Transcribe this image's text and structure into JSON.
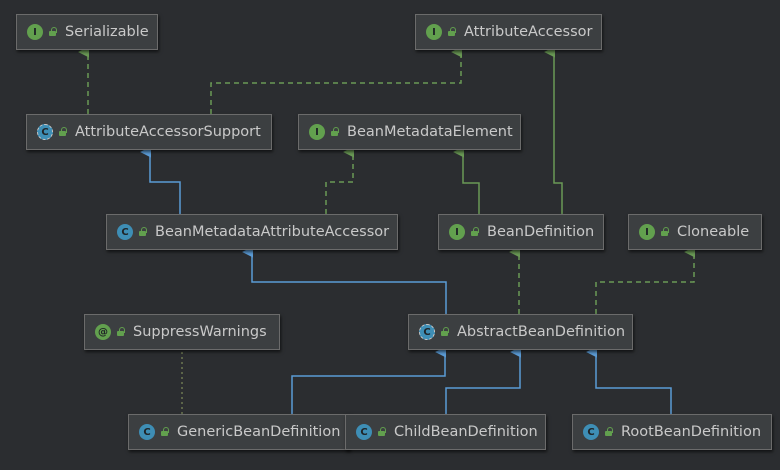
{
  "colors": {
    "background": "#2b2d30",
    "node_fill": "#3c3f41",
    "node_border": "#6b6b6b",
    "extends_edge": "#5b9bd5",
    "implements_edge": "#6a9955",
    "annotation_edge": "#7d8a5a"
  },
  "nodes": [
    {
      "id": "serializable",
      "kind": "interface",
      "icon_letter": "I",
      "label": "Serializable"
    },
    {
      "id": "attribute-accessor",
      "kind": "interface",
      "icon_letter": "I",
      "label": "AttributeAccessor"
    },
    {
      "id": "attribute-accessor-support",
      "kind": "abstract",
      "icon_letter": "C",
      "label": "AttributeAccessorSupport"
    },
    {
      "id": "bean-metadata-element",
      "kind": "interface",
      "icon_letter": "I",
      "label": "BeanMetadataElement"
    },
    {
      "id": "bean-metadata-attribute-accessor",
      "kind": "class",
      "icon_letter": "C",
      "label": "BeanMetadataAttributeAccessor"
    },
    {
      "id": "bean-definition",
      "kind": "interface",
      "icon_letter": "I",
      "label": "BeanDefinition"
    },
    {
      "id": "cloneable",
      "kind": "interface",
      "icon_letter": "I",
      "label": "Cloneable"
    },
    {
      "id": "suppress-warnings",
      "kind": "annotation",
      "icon_letter": "@",
      "label": "SuppressWarnings"
    },
    {
      "id": "abstract-bean-definition",
      "kind": "abstract",
      "icon_letter": "C",
      "label": "AbstractBeanDefinition"
    },
    {
      "id": "generic-bean-definition",
      "kind": "class",
      "icon_letter": "C",
      "label": "GenericBeanDefinition"
    },
    {
      "id": "child-bean-definition",
      "kind": "class",
      "icon_letter": "C",
      "label": "ChildBeanDefinition"
    },
    {
      "id": "root-bean-definition",
      "kind": "class",
      "icon_letter": "C",
      "label": "RootBeanDefinition"
    }
  ],
  "edges": [
    {
      "from": "attribute-accessor-support",
      "to": "serializable",
      "type": "implements"
    },
    {
      "from": "attribute-accessor-support",
      "to": "attribute-accessor",
      "type": "implements"
    },
    {
      "from": "bean-definition",
      "to": "attribute-accessor",
      "type": "extends-interface"
    },
    {
      "from": "bean-metadata-attribute-accessor",
      "to": "attribute-accessor-support",
      "type": "extends"
    },
    {
      "from": "bean-metadata-attribute-accessor",
      "to": "bean-metadata-element",
      "type": "implements"
    },
    {
      "from": "bean-definition",
      "to": "bean-metadata-element",
      "type": "extends-interface"
    },
    {
      "from": "abstract-bean-definition",
      "to": "bean-metadata-attribute-accessor",
      "type": "extends"
    },
    {
      "from": "abstract-bean-definition",
      "to": "bean-definition",
      "type": "implements"
    },
    {
      "from": "abstract-bean-definition",
      "to": "cloneable",
      "type": "implements"
    },
    {
      "from": "generic-bean-definition",
      "to": "abstract-bean-definition",
      "type": "extends"
    },
    {
      "from": "child-bean-definition",
      "to": "abstract-bean-definition",
      "type": "extends"
    },
    {
      "from": "root-bean-definition",
      "to": "abstract-bean-definition",
      "type": "extends"
    },
    {
      "from": "generic-bean-definition",
      "to": "suppress-warnings",
      "type": "annotated"
    }
  ]
}
